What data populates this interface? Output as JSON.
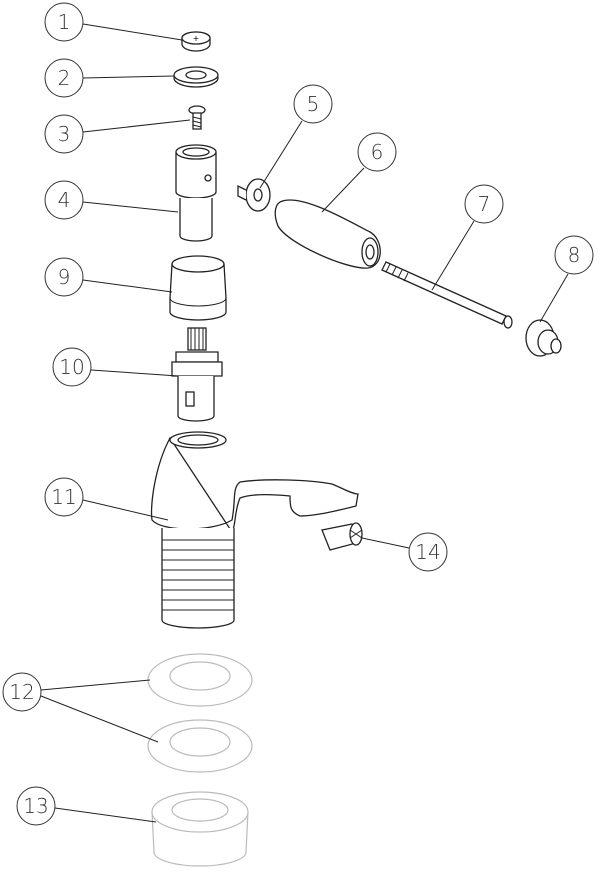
{
  "callouts": [
    {
      "label": "1",
      "part": "cap"
    },
    {
      "label": "2",
      "part": "washer"
    },
    {
      "label": "3",
      "part": "screw"
    },
    {
      "label": "4",
      "part": "spindle-adaptor"
    },
    {
      "label": "5",
      "part": "lever-boss"
    },
    {
      "label": "6",
      "part": "lever-handle"
    },
    {
      "label": "7",
      "part": "threaded-rod"
    },
    {
      "label": "8",
      "part": "end-cap"
    },
    {
      "label": "9",
      "part": "shroud"
    },
    {
      "label": "10",
      "part": "cartridge"
    },
    {
      "label": "11",
      "part": "tap-body"
    },
    {
      "label": "12",
      "part": "gaskets"
    },
    {
      "label": "13",
      "part": "backnut"
    },
    {
      "label": "14",
      "part": "aerator"
    }
  ]
}
